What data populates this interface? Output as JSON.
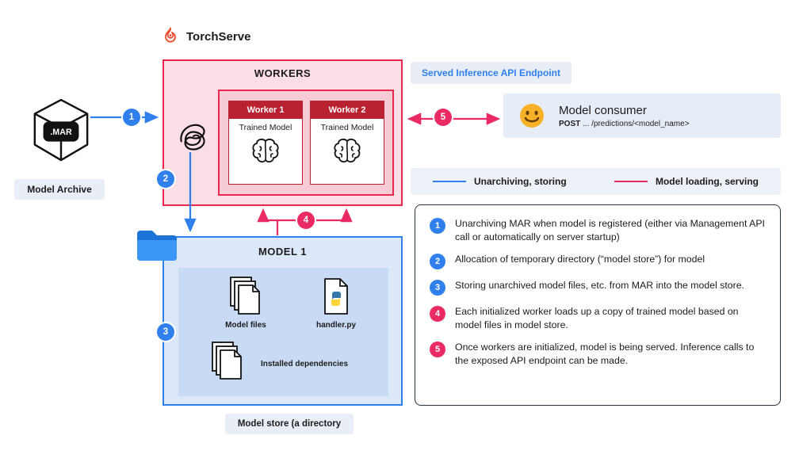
{
  "colors": {
    "blue": "#2f80ed",
    "pink": "#ea2a64",
    "dark_red": "#bb2231",
    "flame_orange": "#ee4c2c",
    "label_bg": "#e9eef6"
  },
  "logo": {
    "title": "TorchServe"
  },
  "model_archive": {
    "cube_label": ".MAR",
    "caption": "Model Archive"
  },
  "workers": {
    "title": "WORKERS",
    "workers": [
      {
        "name": "Worker 1",
        "model_label": "Trained Model"
      },
      {
        "name": "Worker 2",
        "model_label": "Trained Model"
      }
    ]
  },
  "api_endpoint": {
    "label": "Served Inference API Endpoint"
  },
  "consumer": {
    "title": "Model consumer",
    "method": "POST",
    "endpoint": " ... /predictions/<model_name>"
  },
  "legend": {
    "items": [
      {
        "label": "Unarchiving, storing",
        "color": "#2f80ed"
      },
      {
        "label": "Model loading, serving",
        "color": "#ea2a64"
      }
    ]
  },
  "model_store": {
    "title": "MODEL 1",
    "files_label": "Model files",
    "handler_label": "handler.py",
    "dependencies_label": "Installed dependencies",
    "caption": "Model store (a directory"
  },
  "steps": {
    "items": [
      {
        "num": "1",
        "text": "Unarchiving MAR when model is registered (either via Management API call or automatically on server startup)"
      },
      {
        "num": "2",
        "text": "Allocation of temporary directory (“model store”) for model"
      },
      {
        "num": "3",
        "text": "Storing unarchived model files, etc. from MAR into the model store."
      },
      {
        "num": "4",
        "text": "Each initialized worker loads up a copy of trained model based on model files in model store."
      },
      {
        "num": "5",
        "text": "Once workers are initialized, model is being served. Inference calls to the exposed API endpoint can be made."
      }
    ]
  }
}
